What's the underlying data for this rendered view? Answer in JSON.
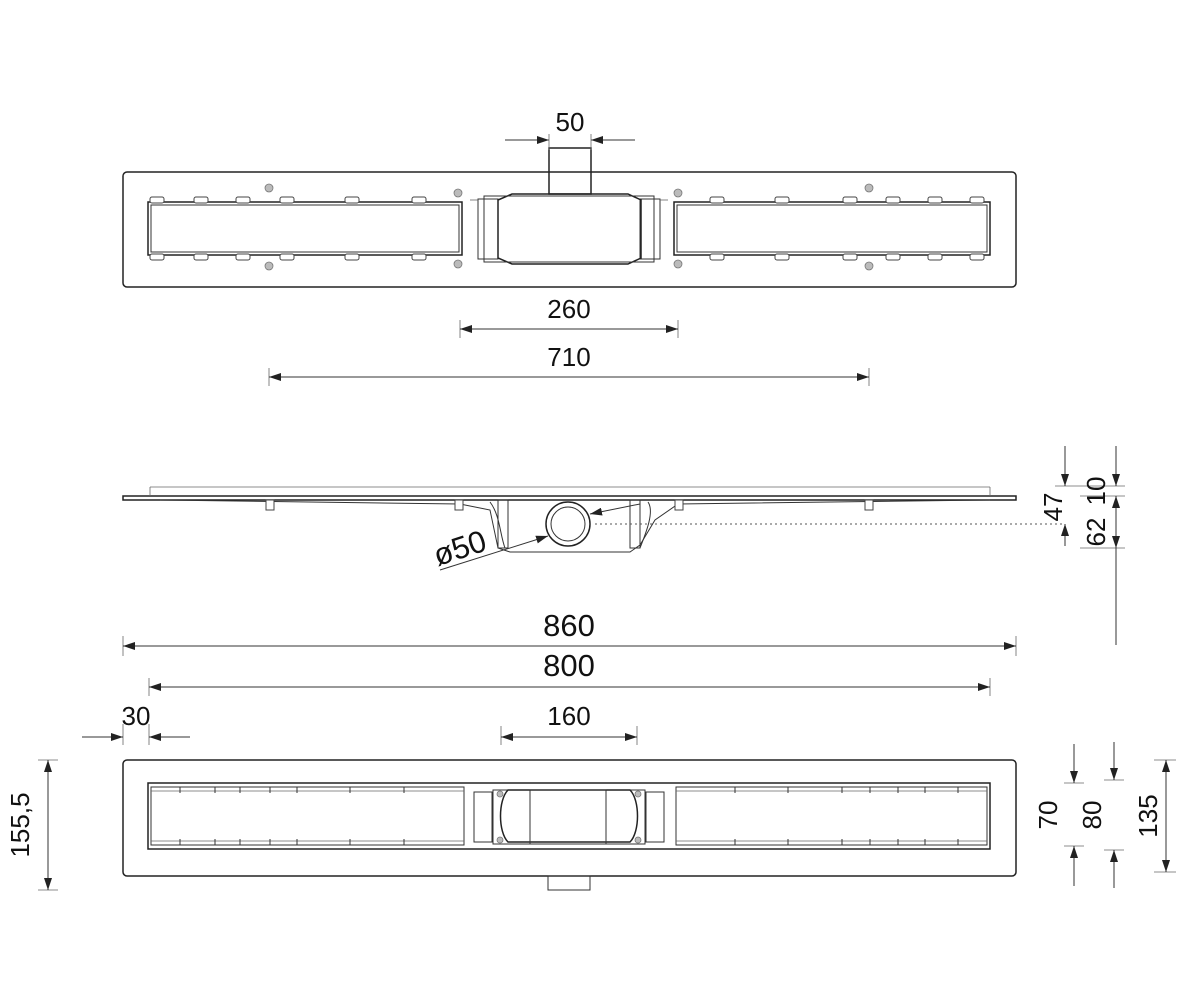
{
  "drawing": {
    "top_view": {
      "outlet_width": "50",
      "center_width": "260",
      "bolt_span": "710"
    },
    "side_view": {
      "pipe_diameter": "ø50",
      "depth_to_outlet": "47",
      "flange_thickness": "10",
      "outlet_height": "62"
    },
    "overall": {
      "total_length": "860",
      "channel_length": "800"
    },
    "bottom_view": {
      "edge_offset": "30",
      "center_width": "160",
      "total_height": "155,5",
      "inner_height": "70",
      "channel_height": "80",
      "frame_height": "135"
    }
  }
}
